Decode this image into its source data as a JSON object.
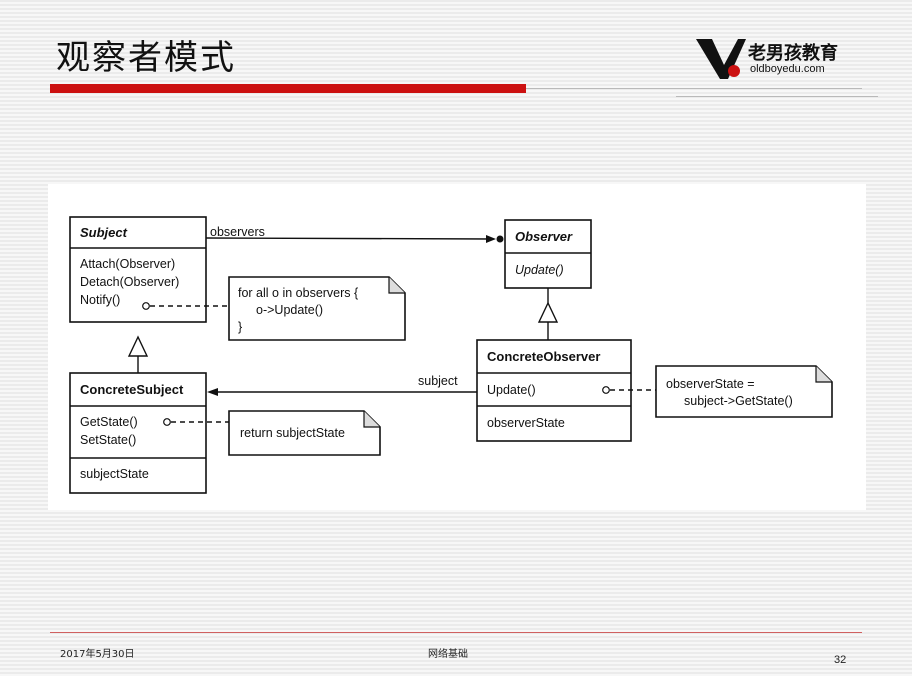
{
  "slide": {
    "title": "观察者模式",
    "logo_cn": "老男孩教育",
    "logo_en": "oldboyedu.com",
    "footer_date": "2017年5月30日",
    "footer_center": "网络基础",
    "page_number": "32"
  },
  "colors": {
    "accent": "#cc1111"
  },
  "diagram": {
    "subject": {
      "name": "Subject",
      "ops": [
        "Attach(Observer)",
        "Detach(Observer)",
        "Notify()"
      ]
    },
    "observer": {
      "name": "Observer",
      "ops": [
        "Update()"
      ]
    },
    "concrete_subject": {
      "name": "ConcreteSubject",
      "ops": [
        "GetState()",
        "SetState()"
      ],
      "attrs": [
        "subjectState"
      ]
    },
    "concrete_observer": {
      "name": "ConcreteObserver",
      "ops": [
        "Update()"
      ],
      "attrs": [
        "observerState"
      ]
    },
    "edges": {
      "observers_label": "observers",
      "subject_label": "subject"
    },
    "notes": {
      "notify": [
        "for all o in observers {",
        "o->Update()",
        "}"
      ],
      "getstate": [
        "return subjectState"
      ],
      "update": [
        "observerState =",
        "subject->GetState()"
      ]
    }
  }
}
